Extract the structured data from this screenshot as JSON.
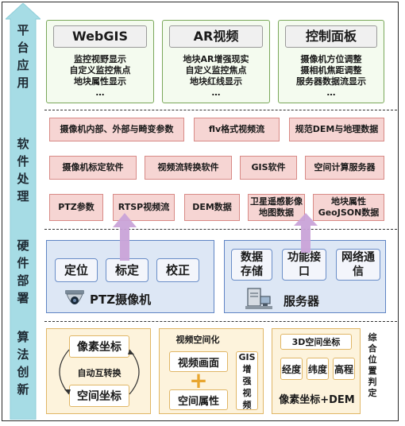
{
  "layers": {
    "platform": "平台应用",
    "software": "软件处理",
    "hardware": "硬件部署",
    "algorithm": "算法创新"
  },
  "platform": [
    {
      "title": "WebGIS",
      "lines": [
        "监控视野显示",
        "自定义监控焦点",
        "地块属性显示",
        "…"
      ]
    },
    {
      "title": "AR视频",
      "lines": [
        "地块AR增强现实",
        "自定义监控焦点",
        "地块红线显示",
        "…"
      ]
    },
    {
      "title": "控制面板",
      "lines": [
        "摄像机方位调整",
        "摄相机焦距调整",
        "服务器数据流显示",
        "…"
      ]
    }
  ],
  "software": {
    "row1": [
      "摄像机内部、外部与畸变参数",
      "flv格式视频流",
      "规范DEM与地理数据"
    ],
    "row2": [
      "摄像机标定软件",
      "视频流转换软件",
      "GIS软件",
      "空间计算服务器"
    ],
    "row3": [
      "PTZ参数",
      "RTSP视频流",
      "DEM数据",
      "卫星遥感影像地图数据",
      "地块属性GeoJSON数据"
    ]
  },
  "hardware": {
    "camera": {
      "items": [
        "定位",
        "标定",
        "校正"
      ],
      "label": "PTZ摄像机"
    },
    "server": {
      "items": [
        "数据存储",
        "功能接口",
        "网络通信"
      ],
      "label": "服务器"
    }
  },
  "algorithm": {
    "p1": {
      "top": "像素坐标",
      "middle": "自动互转换",
      "bottom": "空间坐标"
    },
    "p2": {
      "title": "视频空间化",
      "video": "视频画面",
      "plus": "+",
      "attr": "空间属性",
      "gis": "GIS增强视频"
    },
    "p3": {
      "title": "3D空间坐标",
      "coords": [
        "经度",
        "纬度",
        "高程"
      ],
      "bottom": "像素坐标+DEM",
      "side": "综合位置判定"
    }
  },
  "colors": {
    "arrow": "#c9a3d8",
    "lane": "#a6dce5",
    "green_border": "#7aa85a",
    "red_fill": "#f6d5d3",
    "blue_panel": "#dde7f5",
    "yellow_panel": "#fdf3dc",
    "plus": "#e8a630"
  }
}
